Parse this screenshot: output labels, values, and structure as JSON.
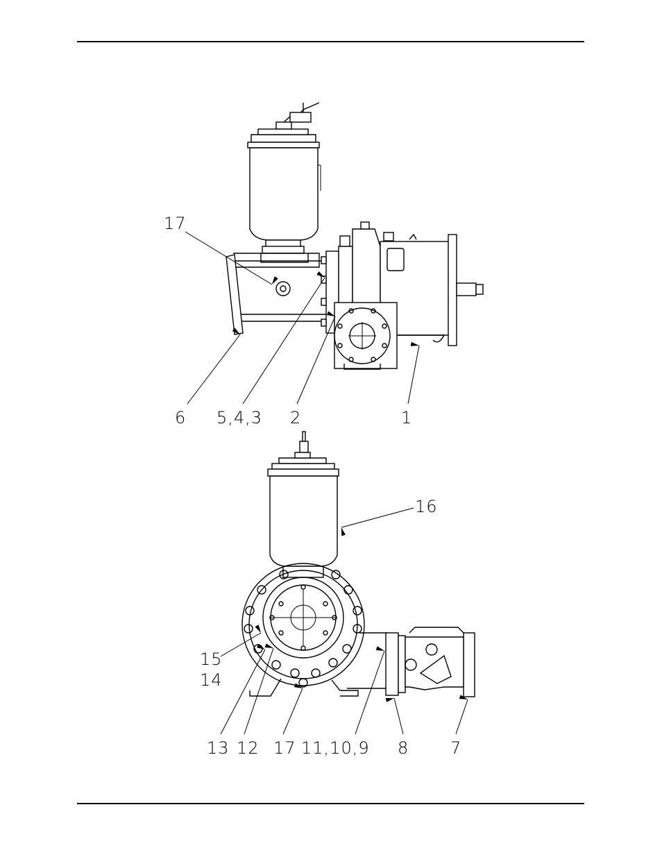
{
  "side_view": {
    "callouts": [
      "17",
      "6",
      "5,4,3",
      "2",
      "1"
    ]
  },
  "front_view": {
    "callouts": [
      "16",
      "15",
      "14",
      "13",
      "12",
      "17",
      "11,10,9",
      "8",
      "7"
    ]
  }
}
